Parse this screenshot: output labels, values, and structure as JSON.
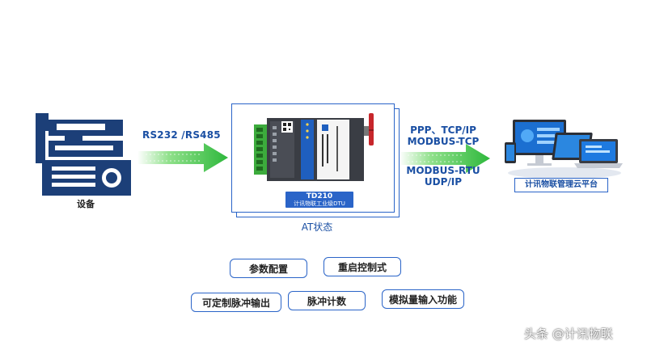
{
  "device": {
    "label": "设备"
  },
  "protocols": {
    "left": "RS232 /RS485",
    "right": [
      "PPP、TCP/IP",
      "MODBUS-TCP",
      "MODBUS-RTU",
      "UDP/IP"
    ]
  },
  "dtu": {
    "model": "TD210",
    "description": "计讯物联工业级DTU",
    "mode_label": "AT状态"
  },
  "cloud": {
    "label": "计讯物联管理云平台"
  },
  "features": [
    "参数配置",
    "重启控制式",
    "可定制脉冲输出",
    "脉冲计数",
    "模拟量输入功能"
  ],
  "watermark": "头条 @计讯物联",
  "colors": {
    "primary": "#2a64c8",
    "text_blue": "#1a4fa3",
    "arrow_green": "#3cc24a"
  }
}
